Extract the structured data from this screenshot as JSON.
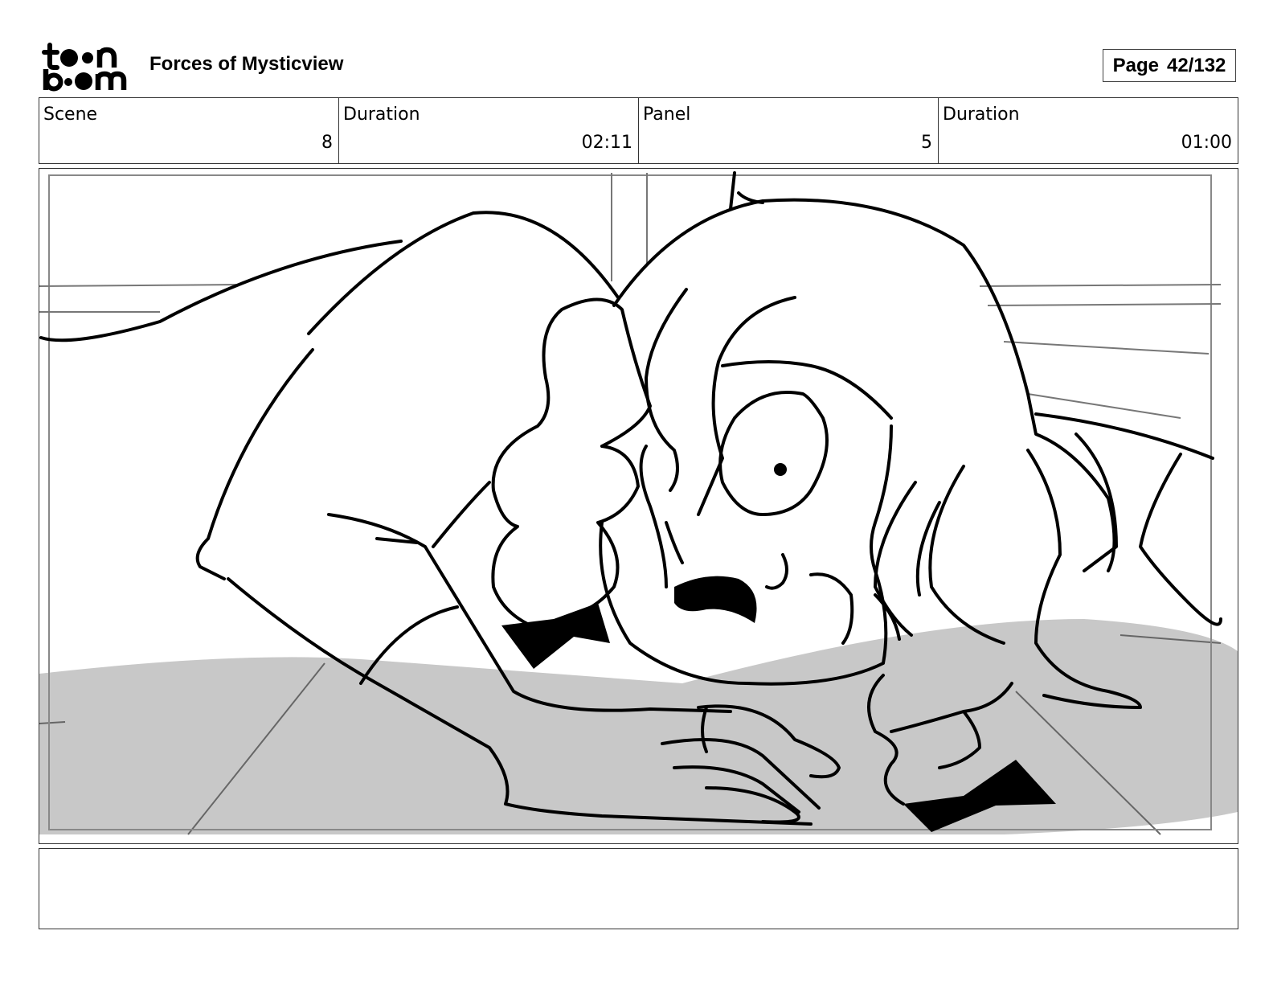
{
  "header": {
    "logo_top": "toon",
    "logo_bottom": "boom",
    "project_title": "Forces of Mysticview",
    "page_label": "Page",
    "page_number": "42/132"
  },
  "info": [
    {
      "label": "Scene",
      "value": "8"
    },
    {
      "label": "Duration",
      "value": "02:11"
    },
    {
      "label": "Panel",
      "value": "5"
    },
    {
      "label": "Duration",
      "value": "01:00"
    }
  ],
  "notes": {
    "text": ""
  }
}
